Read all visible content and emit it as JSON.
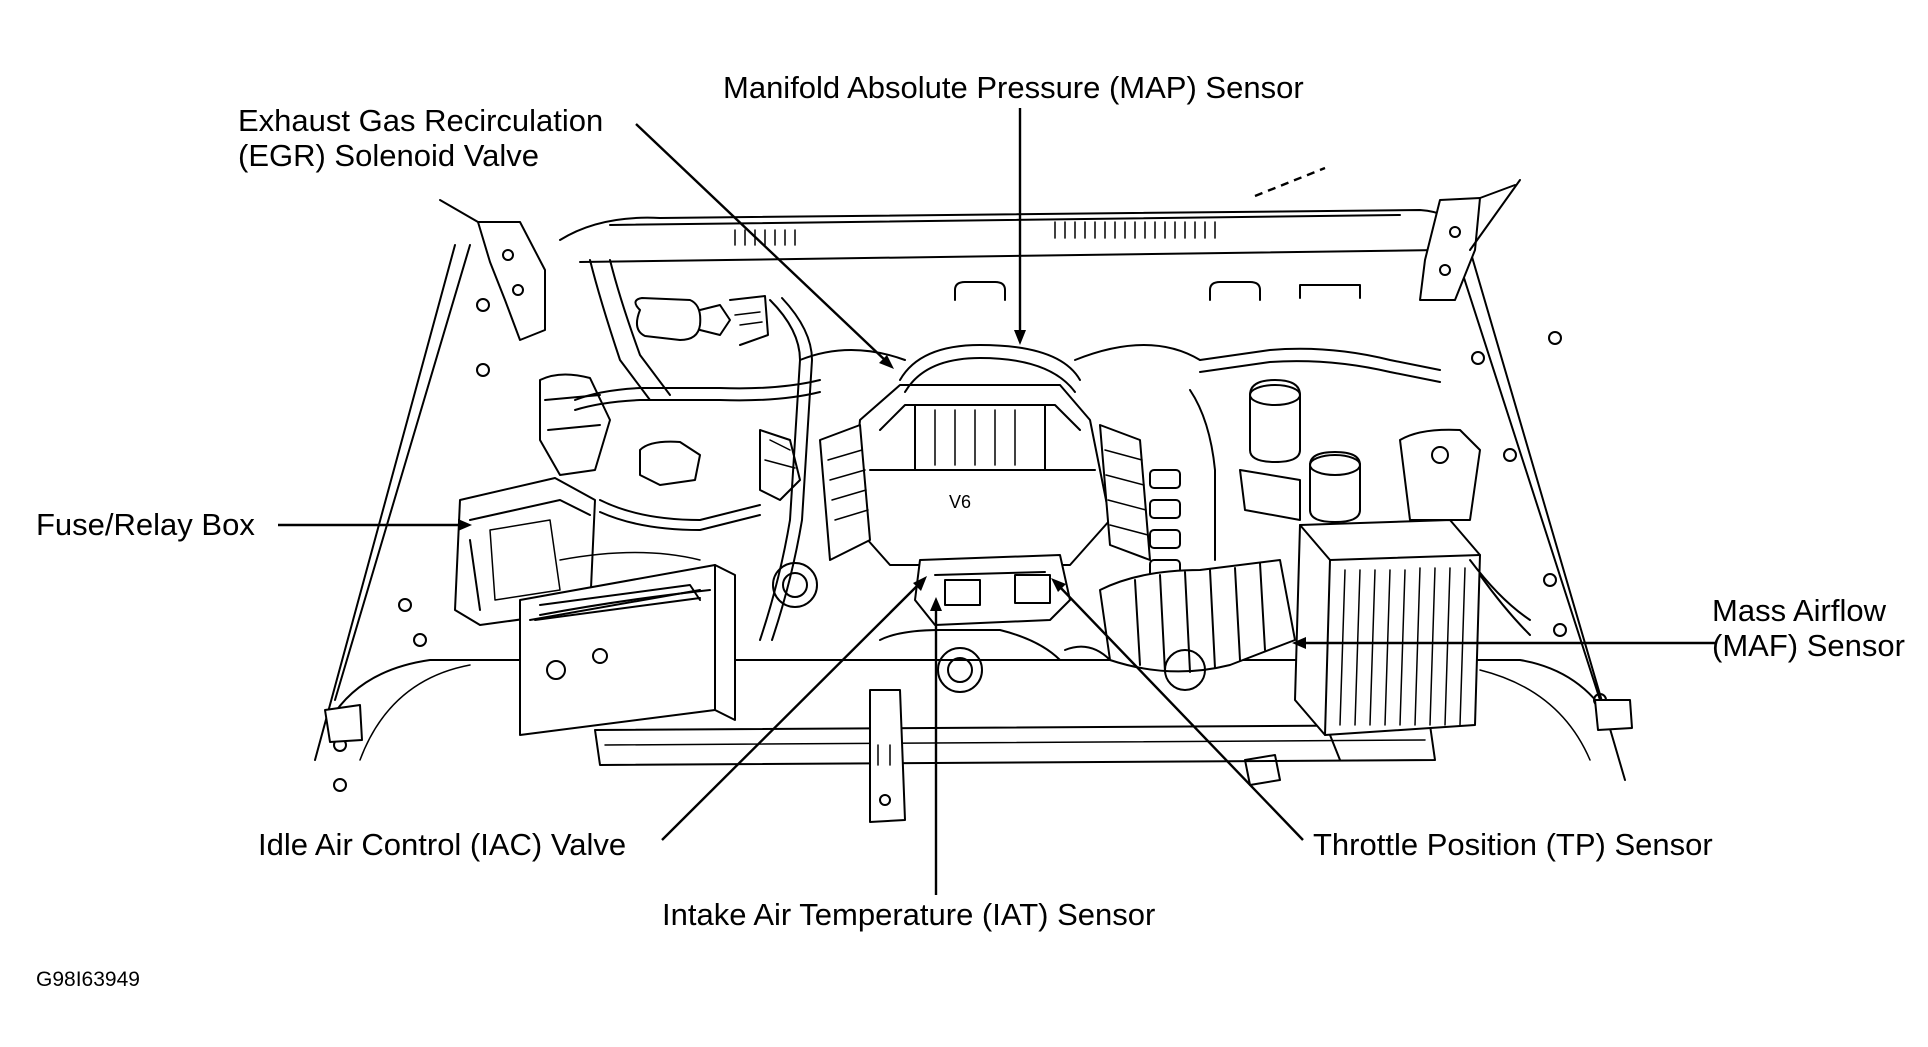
{
  "callouts": {
    "map_sensor": "Manifold Absolute Pressure (MAP) Sensor",
    "egr_valve": [
      "Exhaust Gas Recirculation",
      "(EGR) Solenoid Valve"
    ],
    "fuse_relay_box": "Fuse/Relay Box",
    "maf_sensor": [
      "Mass Airflow",
      "(MAF) Sensor"
    ],
    "iac_valve": "Idle Air Control (IAC) Valve",
    "tp_sensor": "Throttle Position (TP) Sensor",
    "iat_sensor": "Intake Air Temperature (IAT) Sensor"
  },
  "engine_badge": "V6",
  "figure_id": "G98I63949",
  "colors": {
    "ink": "#000000",
    "paper": "#ffffff"
  }
}
